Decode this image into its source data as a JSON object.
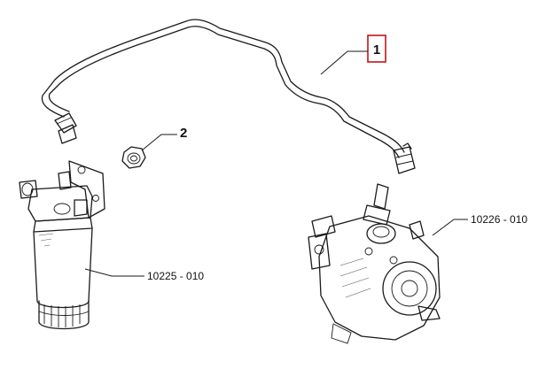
{
  "callouts": {
    "fuel_pipe": {
      "label": "1",
      "box_color": "#c0151a"
    },
    "nut": {
      "label": "2"
    }
  },
  "references": {
    "fuel_filter": "10225 - 010",
    "high_pressure_pump": "10226 - 010"
  }
}
